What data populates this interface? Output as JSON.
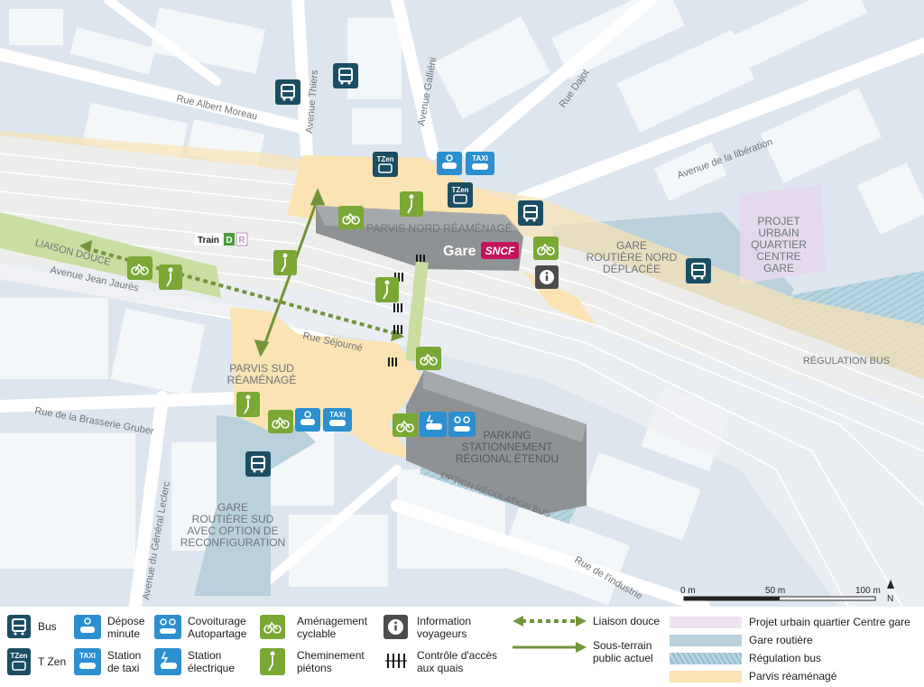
{
  "streets": {
    "albert_moreau": "Rue Albert Moreau",
    "thiers": "Avenue Thiers",
    "gallieni": "Avenue Galliéni",
    "dajot": "Rue Dajot",
    "liberation": "Avenue de la libération",
    "jean_jaures": "Avenue Jean Jaurès",
    "sejourne": "Rue Séjourné",
    "brasserie": "Rue de la Brasserie Gruber",
    "leclerc": "Avenue du Général Leclerc",
    "industrie": "Rue de l'industrie"
  },
  "areas": {
    "parvis_nord": "PARVIS NORD RÉAMÉNAGÉ",
    "gare_routiere_nord": [
      "GARE",
      "ROUTIÈRE NORD",
      "DÉPLACÉE"
    ],
    "projet_urbain": [
      "PROJET",
      "URBAIN",
      "QUARTIER",
      "CENTRE",
      "GARE"
    ],
    "regulation_bus": "RÉGULATION BUS",
    "parvis_sud": [
      "PARVIS SUD",
      "RÉAMÉNAGÉ"
    ],
    "parking": [
      "PARKING",
      "STATIONNEMENT",
      "RÉGIONAL ÉTENDU"
    ],
    "option_regulation": "OPTION RÉGULATION BUS",
    "gare_routiere_sud": [
      "GARE",
      "ROUTIÈRE SUD",
      "AVEC OPTION DE",
      "RECONFIGURATION"
    ],
    "liaison_douce": "LIAISON DOUCE"
  },
  "station": {
    "gare_label": "Gare",
    "sncf_logo": "SNCF",
    "train_label": "Train",
    "line_d": "D",
    "line_r": "R"
  },
  "map_icons": {
    "tzen": "TZen",
    "taxi": "TAXI"
  },
  "scale": {
    "zero": "0 m",
    "mid": "50 m",
    "end": "100 m",
    "north": "N"
  },
  "legend": {
    "bus": "Bus",
    "tzen": "T Zen",
    "tzen_badge": "TZen",
    "depose": "Dépose\nminute",
    "taxi": "Station\nde taxi",
    "taxi_badge": "TAXI",
    "covoiturage": "Covoiturage\nAutopartage",
    "electrique": "Station\nélectrique",
    "cyclable": "Aménagement\ncyclable",
    "pietons": "Cheminement\npiétons",
    "information": "Information\nvoyageurs",
    "controle": "Contrôle d'accès\naux quais",
    "liaison": "Liaison douce",
    "sous_terrain": "Sous-terrain\npublic actuel",
    "projet_urbain": "Projet urbain quartier Centre gare",
    "gare_routiere": "Gare routière",
    "regulation": "Régulation bus",
    "parvis": "Parvis réaménagé"
  },
  "colors": {
    "background": "#dde6ee",
    "building": "#f4f7fa",
    "road": "#ffffff",
    "parvis": "#fbe3b4",
    "gare_routiere": "#b8d1dc",
    "projet_urbain": "#e4d8ea",
    "regulation_bus": "#a6cad9",
    "bus_icon": "#1b4e63",
    "cycle_icon": "#79a835",
    "service_icon": "#2b8fd0",
    "info_icon": "#4c4c4c",
    "liaison_douce": "#c9dea0"
  }
}
